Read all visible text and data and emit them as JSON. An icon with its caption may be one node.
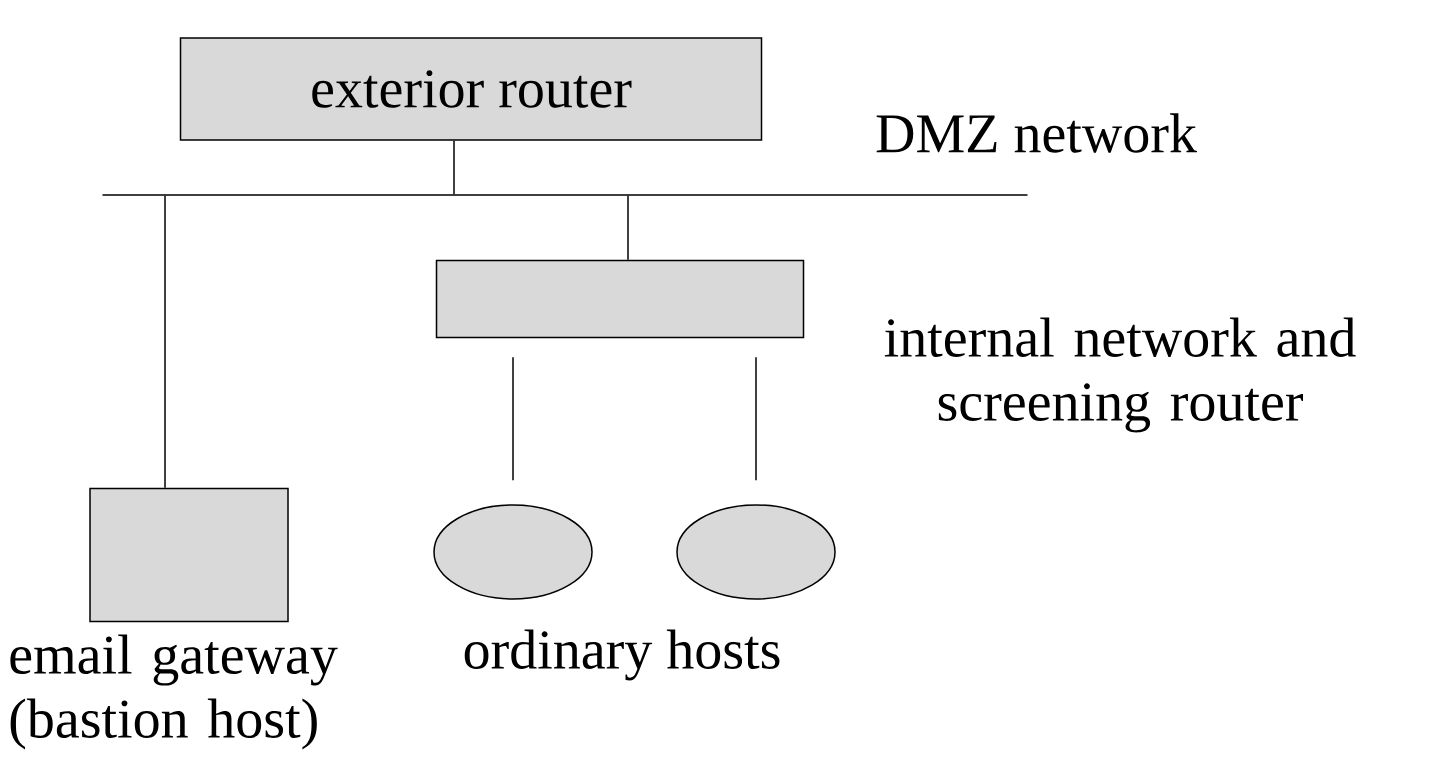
{
  "diagram": {
    "nodes": [
      {
        "text": [
          "exterior router"
        ]
      },
      {
        "text": [],
        "shape": "bar",
        "beside": [
          "DMZ network"
        ]
      },
      {
        "text": [],
        "shape": "box",
        "beside": [
          "email gateway (bastion host)"
        ]
      },
      {
        "text": [],
        "shape": "box",
        "beside": [
          "internal network and screening router"
        ]
      },
      {
        "text": [],
        "shape": "circle"
      },
      {
        "text": [],
        "shape": "circle"
      }
    ],
    "edges": [
      {
        "from": 0,
        "to": 1,
        "arrow": "none"
      },
      {
        "from": 1,
        "to": 2,
        "arrow": "none"
      },
      {
        "from": 1,
        "to": 3,
        "arrow": "none"
      },
      {
        "from": 3,
        "to": 4,
        "arrow": "none"
      },
      {
        "from": 3,
        "to": 5,
        "arrow": "none"
      }
    ],
    "labels": [
      "ordinary hosts"
    ]
  }
}
